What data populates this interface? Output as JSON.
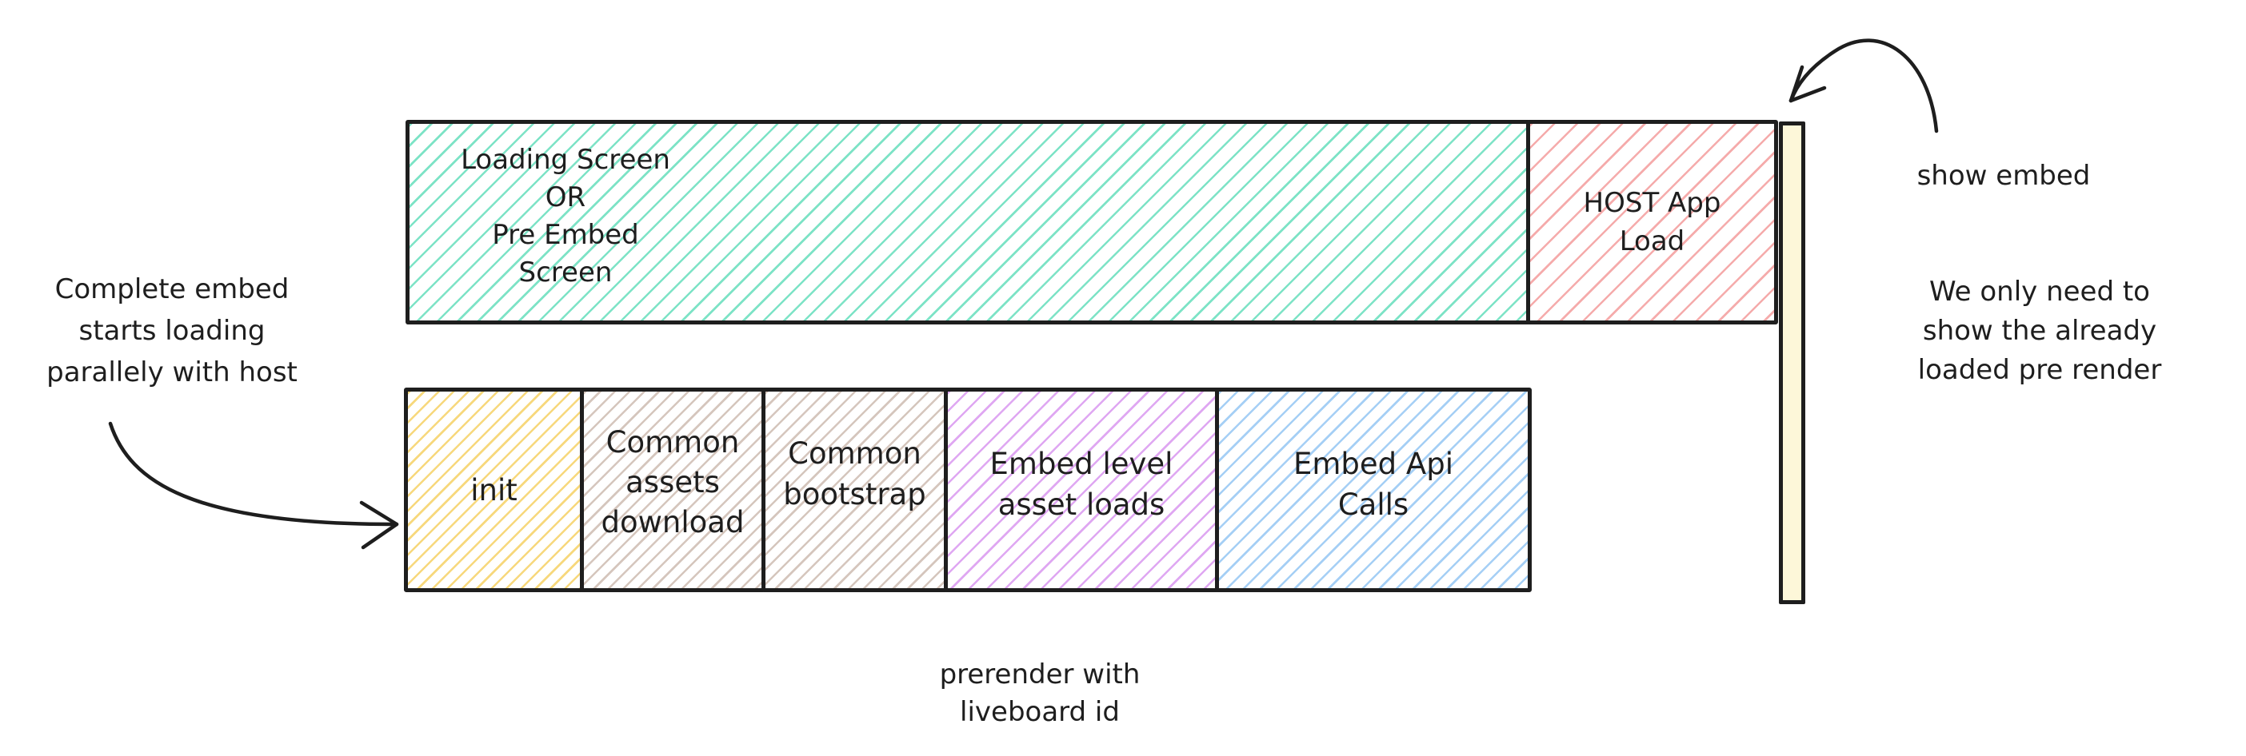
{
  "diagram": {
    "ink": "#1e1e1e",
    "top_row": {
      "loading_box": {
        "lines": [
          "Loading Screen",
          "OR",
          "Pre Embed",
          "Screen"
        ],
        "hatch": "#7de3c6"
      },
      "host_box": {
        "lines": [
          "HOST App",
          "Load"
        ],
        "hatch": "#f5abab"
      }
    },
    "prerender_bar": {
      "fill": "#fdf7d9"
    },
    "bottom_row": [
      {
        "id": "init",
        "lines": [
          "init"
        ],
        "hatch": "#f7d87c"
      },
      {
        "id": "common-assets-download",
        "lines": [
          "Common",
          "assets",
          "download"
        ],
        "hatch": "#d5c6bd"
      },
      {
        "id": "common-bootstrap",
        "lines": [
          "Common",
          "bootstrap"
        ],
        "hatch": "#d5c6bd"
      },
      {
        "id": "embed-level-asset-loads",
        "lines": [
          "Embed level",
          "asset loads"
        ],
        "hatch": "#dfa7f2"
      },
      {
        "id": "embed-api-calls",
        "lines": [
          "Embed Api",
          "Calls"
        ],
        "hatch": "#a5cff5"
      }
    ],
    "annotations": {
      "left_note": {
        "lines": [
          "Complete embed",
          "starts loading",
          "parallely with host"
        ]
      },
      "show_embed": "show embed",
      "right_note": {
        "lines": [
          "We only need to",
          "show the already",
          "loaded pre render"
        ]
      },
      "bottom_note": {
        "lines": [
          "prerender with",
          "liveboard id"
        ]
      }
    }
  }
}
